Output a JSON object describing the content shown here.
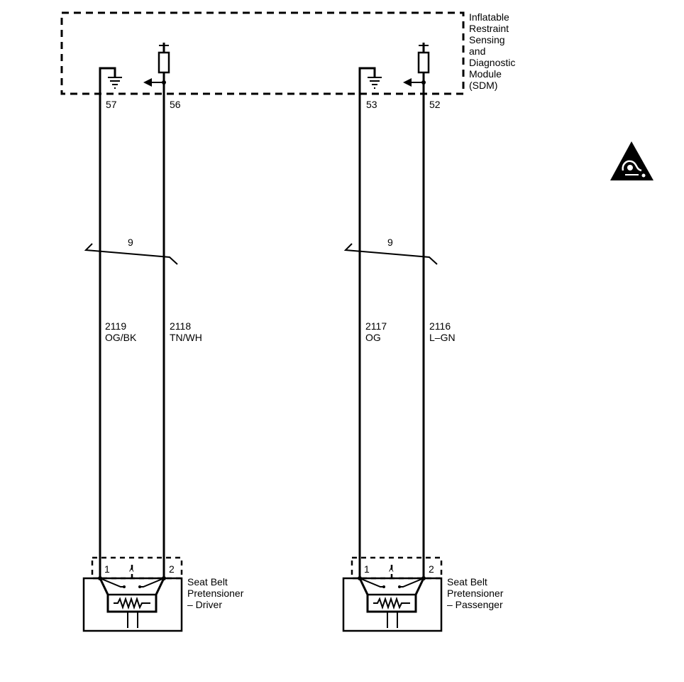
{
  "module": {
    "name_lines": [
      "Inflatable",
      "Restraint",
      "Sensing",
      "and",
      "Diagnostic",
      "Module",
      "(SDM)"
    ]
  },
  "terminals": {
    "t57": "57",
    "t56": "56",
    "t53": "53",
    "t52": "52"
  },
  "twist_labels": {
    "driver": "9",
    "passenger": "9"
  },
  "wires": {
    "driver_ground": {
      "circuit": "2119",
      "color": "OG/BK"
    },
    "driver_signal": {
      "circuit": "2118",
      "color": "TN/WH"
    },
    "passenger_ground": {
      "circuit": "2117",
      "color": "OG"
    },
    "passenger_signal": {
      "circuit": "2116",
      "color": "L–GN"
    }
  },
  "connectors": {
    "driver_pin1": "1",
    "driver_pin2": "2",
    "passenger_pin1": "1",
    "passenger_pin2": "2"
  },
  "components": {
    "driver": {
      "lines": [
        "Seat Belt",
        "Pretensioner",
        "– Driver"
      ]
    },
    "passenger": {
      "lines": [
        "Seat Belt",
        "Pretensioner",
        "– Passenger"
      ]
    }
  },
  "icons": {
    "warning": "airbag-warning-triangle-icon"
  }
}
